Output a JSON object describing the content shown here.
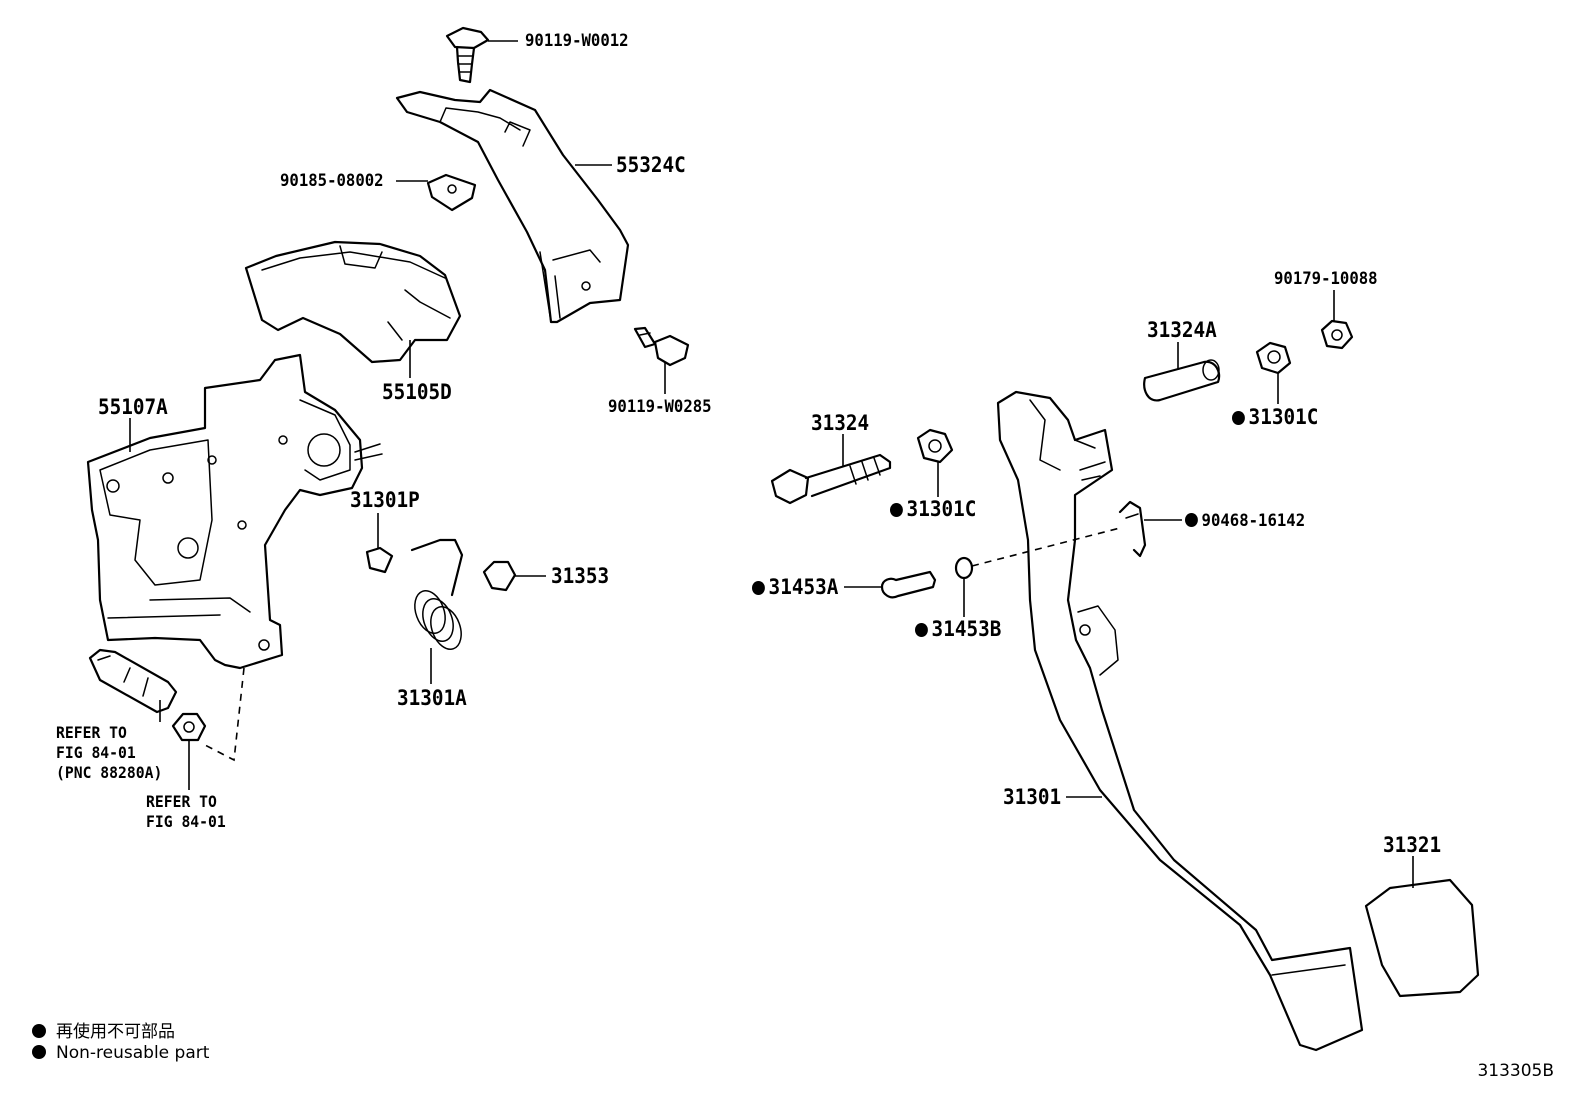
{
  "parts": {
    "p_90119_W0012": "90119-W0012",
    "p_55324C": "55324C",
    "p_90185_08002": "90185-08002",
    "p_55105D": "55105D",
    "p_90119_W0285": "90119-W0285",
    "p_55107A": "55107A",
    "p_31301P": "31301P",
    "p_31353": "31353",
    "p_31301A": "31301A",
    "p_31324": "31324",
    "p_31324A": "31324A",
    "p_90179_10088": "90179-10088",
    "p_31301C_right": "31301C",
    "p_31301C_mid": "31301C",
    "p_90468_16142": "90468-16142",
    "p_31453A": "31453A",
    "p_31453B": "31453B",
    "p_31301": "31301",
    "p_31321": "31321"
  },
  "refs": {
    "switch_ref_1": "REFER TO",
    "switch_ref_2": "FIG 84-01",
    "switch_ref_3": "(PNC 88280A)",
    "nut_ref_1": "REFER TO",
    "nut_ref_2": "FIG 84-01"
  },
  "legend": {
    "jp": "再使用不可部品",
    "en": "Non-reusable part"
  },
  "diagram_code": "313305B"
}
